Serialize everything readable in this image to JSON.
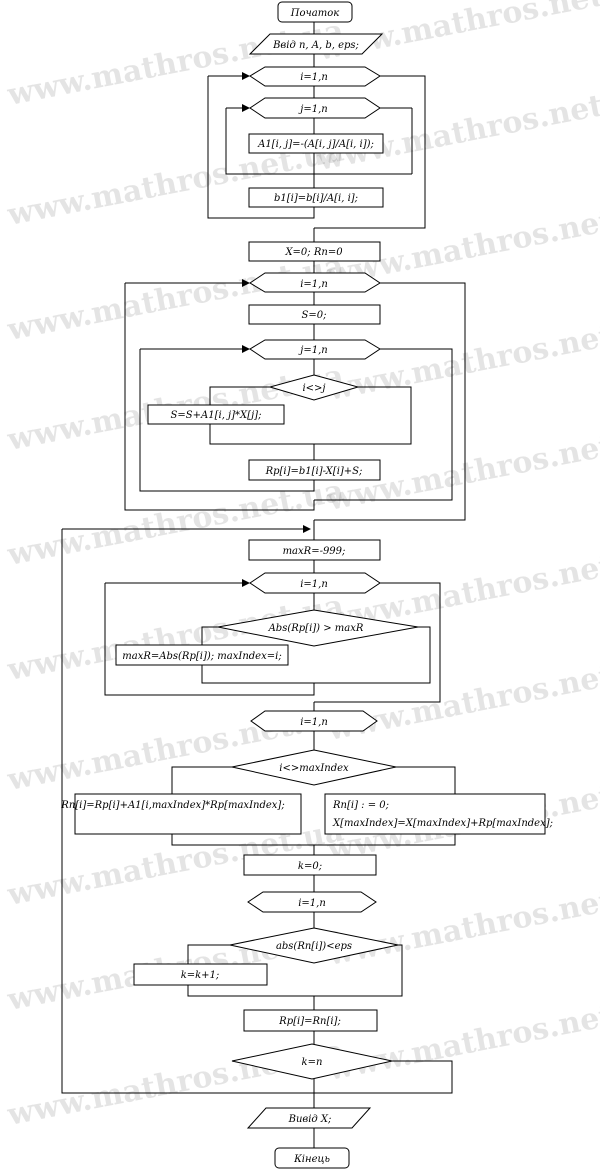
{
  "watermark": "www.mathros.net.ua",
  "nodes": {
    "start": "Початок",
    "input": "Ввід n, A, b, eps;",
    "loop_i_1": "i=1,n",
    "loop_j_1": "j=1,n",
    "a1_assign": "A1[i, j]=-(A[i, j]/A[i, i]);",
    "b1_assign": "b1[i]=b[i]/A[i, i];",
    "init_x": "X=0; Rn=0",
    "loop_i_2": "i=1,n",
    "s_init": "S=0;",
    "loop_j_2": "j=1,n",
    "cond_i_ne_j": "i<>j",
    "s_accum": "S=S+A1[i, j]*X[j];",
    "rp_assign": "Rp[i]=b1[i]-X[i]+S;",
    "maxr_init": "maxR=-999;",
    "loop_i_3": "i=1,n",
    "cond_abs_rp": "Abs(Rp[i]) > maxR",
    "maxr_update": "maxR=Abs(Rp[i]); maxIndex=i;",
    "loop_i_4": "i=1,n",
    "cond_maxindex": "i<>maxIndex",
    "rn_assign": "Rn[i]=Rp[i]+A1[i,maxIndex]*Rp[maxIndex];",
    "rn_zero_1": "Rn[i] : = 0;",
    "rn_zero_2": "X[maxIndex]=X[maxIndex]+Rp[maxIndex];",
    "k_init": "k=0;",
    "loop_i_5": "i=1,n",
    "cond_abs_rn": "abs(Rn[i])<eps",
    "k_inc": "k=k+1;",
    "rp_copy": "Rp[i]=Rn[i];",
    "cond_k_n": "k=n",
    "output": "Вивід X;",
    "end": "Кінець"
  }
}
